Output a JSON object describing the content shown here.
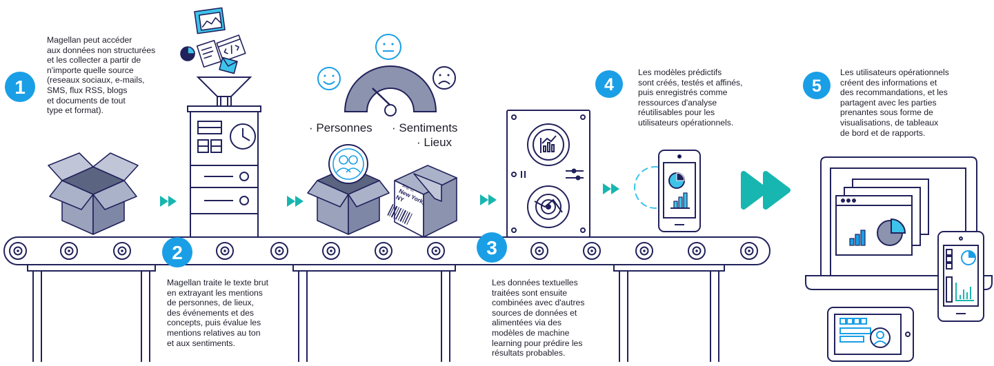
{
  "colors": {
    "navy": "#21215b",
    "blue": "#1a9fe6",
    "teal": "#17b6b0",
    "cyan": "#3dc3ea",
    "box_side": "#7f87a6",
    "box_front": "#9aa2bc",
    "box_top": "#5b6480",
    "white": "#ffffff"
  },
  "steps": [
    {
      "number": "1",
      "text": "Magellan peut accéder\naux données non structurées\net les collecter a partir de\nn'importe quelle source\n(reseaux sociaux, e-mails,\nSMS, flux RSS, blogs\net documents de tout\ntype et format)."
    },
    {
      "number": "2",
      "text": "Magellan traite le texte brut\nen extrayant les mentions\nde personnes, de lieux,\ndes événements et des\nconcepts, puis évalue les\nmentions relatives au ton\net aux sentiments."
    },
    {
      "number": "3",
      "text": "Les données textuelles\ntraitées sont ensuite\ncombinées avec d'autres\nsources de données et\nalimentées via des\nmodèles de machine\nlearning pour prédire les\nrésultats probables."
    },
    {
      "number": "4",
      "text": "Les modèles prédictifs\nsont créés, testés et affinés,\npuis enregistrés comme\nressources d'analyse\nréutilisables pour les\nutilisateurs opérationnels."
    },
    {
      "number": "5",
      "text": "Les utilisateurs opérationnels\ncréent des informations et\ndes recommandations, et les\npartagent avec les parties\nprenantes sous forme de\nvisualisations, de tableaux\nde bord et de rapports."
    }
  ],
  "entities": {
    "persons": "· Personnes",
    "sentiments": "· Sentiments",
    "places": "· Lieux"
  },
  "package_label": {
    "line1": "Ship to:",
    "line2": "New York,",
    "line3": "NY"
  }
}
